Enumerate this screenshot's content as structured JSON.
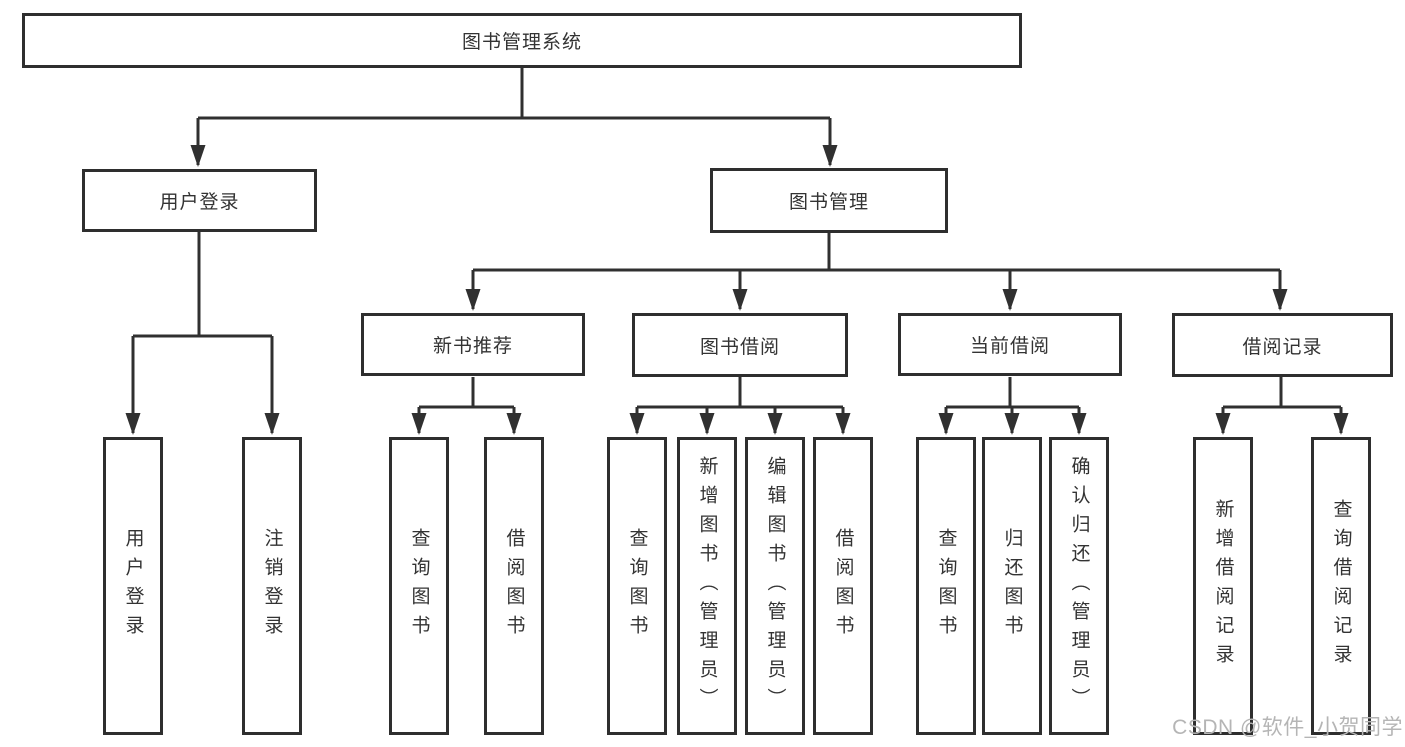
{
  "nodes": {
    "root": {
      "label": "图书管理系统"
    },
    "user_login": {
      "label": "用户登录"
    },
    "book_mgmt": {
      "label": "图书管理"
    },
    "new_book_rec": {
      "label": "新书推荐"
    },
    "book_borrow": {
      "label": "图书借阅"
    },
    "current_borrow": {
      "label": "当前借阅"
    },
    "borrow_records": {
      "label": "借阅记录"
    },
    "leaf_user_login": {
      "label": "用户登录"
    },
    "leaf_logout": {
      "label": "注销登录"
    },
    "leaf_query_book_1": {
      "label": "查询图书"
    },
    "leaf_borrow_book_1": {
      "label": "借阅图书"
    },
    "leaf_query_book_2": {
      "label": "查询图书"
    },
    "leaf_add_book": {
      "label": "新增图书（管理员）"
    },
    "leaf_edit_book": {
      "label": "编辑图书（管理员）"
    },
    "leaf_borrow_book_2": {
      "label": "借阅图书"
    },
    "leaf_query_book_3": {
      "label": "查询图书"
    },
    "leaf_return_book": {
      "label": "归还图书"
    },
    "leaf_confirm_return": {
      "label": "确认归还（管理员）"
    },
    "leaf_add_record": {
      "label": "新增借阅记录"
    },
    "leaf_query_record": {
      "label": "查询借阅记录"
    }
  },
  "edges": [
    [
      "root",
      "user_login"
    ],
    [
      "root",
      "book_mgmt"
    ],
    [
      "user_login",
      "leaf_user_login"
    ],
    [
      "user_login",
      "leaf_logout"
    ],
    [
      "book_mgmt",
      "new_book_rec"
    ],
    [
      "book_mgmt",
      "book_borrow"
    ],
    [
      "book_mgmt",
      "current_borrow"
    ],
    [
      "book_mgmt",
      "borrow_records"
    ],
    [
      "new_book_rec",
      "leaf_query_book_1"
    ],
    [
      "new_book_rec",
      "leaf_borrow_book_1"
    ],
    [
      "book_borrow",
      "leaf_query_book_2"
    ],
    [
      "book_borrow",
      "leaf_add_book"
    ],
    [
      "book_borrow",
      "leaf_edit_book"
    ],
    [
      "book_borrow",
      "leaf_borrow_book_2"
    ],
    [
      "current_borrow",
      "leaf_query_book_3"
    ],
    [
      "current_borrow",
      "leaf_return_book"
    ],
    [
      "current_borrow",
      "leaf_confirm_return"
    ],
    [
      "borrow_records",
      "leaf_add_record"
    ],
    [
      "borrow_records",
      "leaf_query_record"
    ]
  ],
  "watermark": {
    "text": "CSDN @软件_小贺同学"
  },
  "colors": {
    "line": "#303030",
    "box_border": "#2e2e2e",
    "box_text": "#333333",
    "background": "#ffffff",
    "watermark": "#b5b5b5"
  }
}
